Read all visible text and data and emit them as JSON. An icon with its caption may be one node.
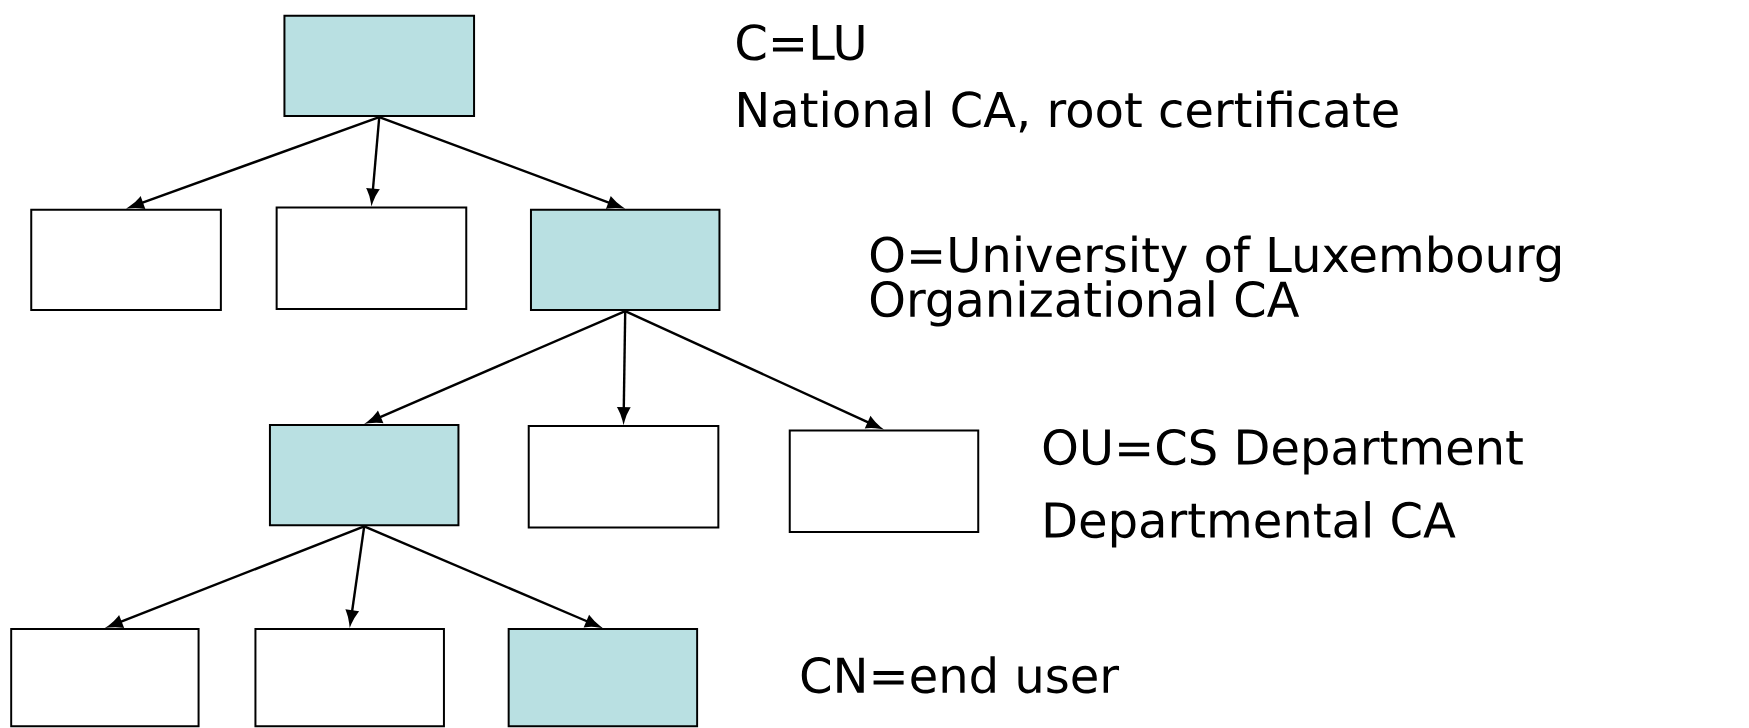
{
  "diagram": {
    "nodes": [
      {
        "text": [],
        "shape": "box",
        "beside": [
          "C=LU",
          "National CA, root certificate"
        ]
      },
      {
        "text": [],
        "shape": "box"
      },
      {
        "text": [],
        "shape": "box"
      },
      {
        "text": [],
        "shape": "box",
        "beside": [
          "O=University of Luxembourg",
          "Organizational CA"
        ]
      },
      {
        "text": [],
        "shape": "box",
        "beside": [
          "OU=CS Department",
          "Departmental CA"
        ]
      },
      {
        "text": [],
        "shape": "box"
      },
      {
        "text": [],
        "shape": "box"
      },
      {
        "text": [],
        "shape": "box"
      },
      {
        "text": [],
        "shape": "box"
      },
      {
        "text": [],
        "shape": "box",
        "beside": [
          "CN=end user"
        ]
      }
    ],
    "edges": [
      {
        "from": 0,
        "to": 1,
        "arrow": "to"
      },
      {
        "from": 0,
        "to": 2,
        "arrow": "to"
      },
      {
        "from": 0,
        "to": 3,
        "arrow": "to"
      },
      {
        "from": 3,
        "to": 4,
        "arrow": "to"
      },
      {
        "from": 3,
        "to": 5,
        "arrow": "to"
      },
      {
        "from": 3,
        "to": 6,
        "arrow": "to"
      },
      {
        "from": 4,
        "to": 7,
        "arrow": "to"
      },
      {
        "from": 4,
        "to": 8,
        "arrow": "to"
      },
      {
        "from": 4,
        "to": 9,
        "arrow": "to"
      }
    ]
  }
}
